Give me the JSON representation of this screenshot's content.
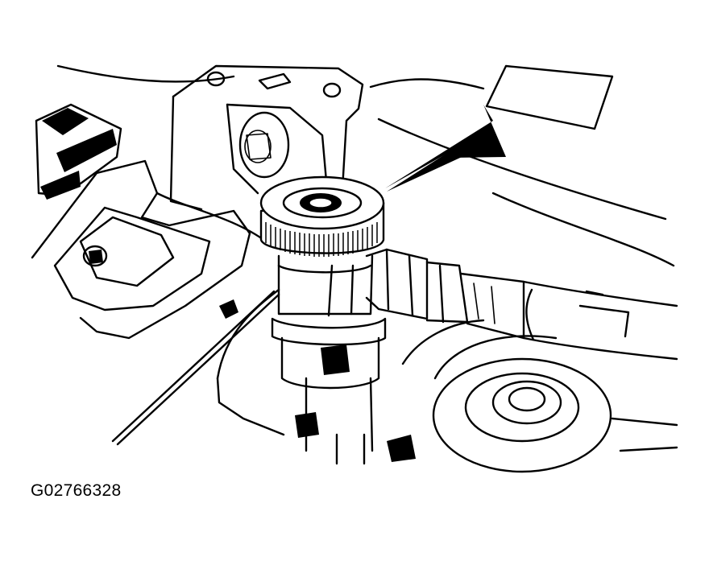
{
  "figure": {
    "code": "G02766328",
    "subject": "cap-nut-component",
    "callout": "arrow-pointing-to-cap",
    "palette": {
      "ink": "#000000",
      "paper": "#ffffff"
    }
  }
}
